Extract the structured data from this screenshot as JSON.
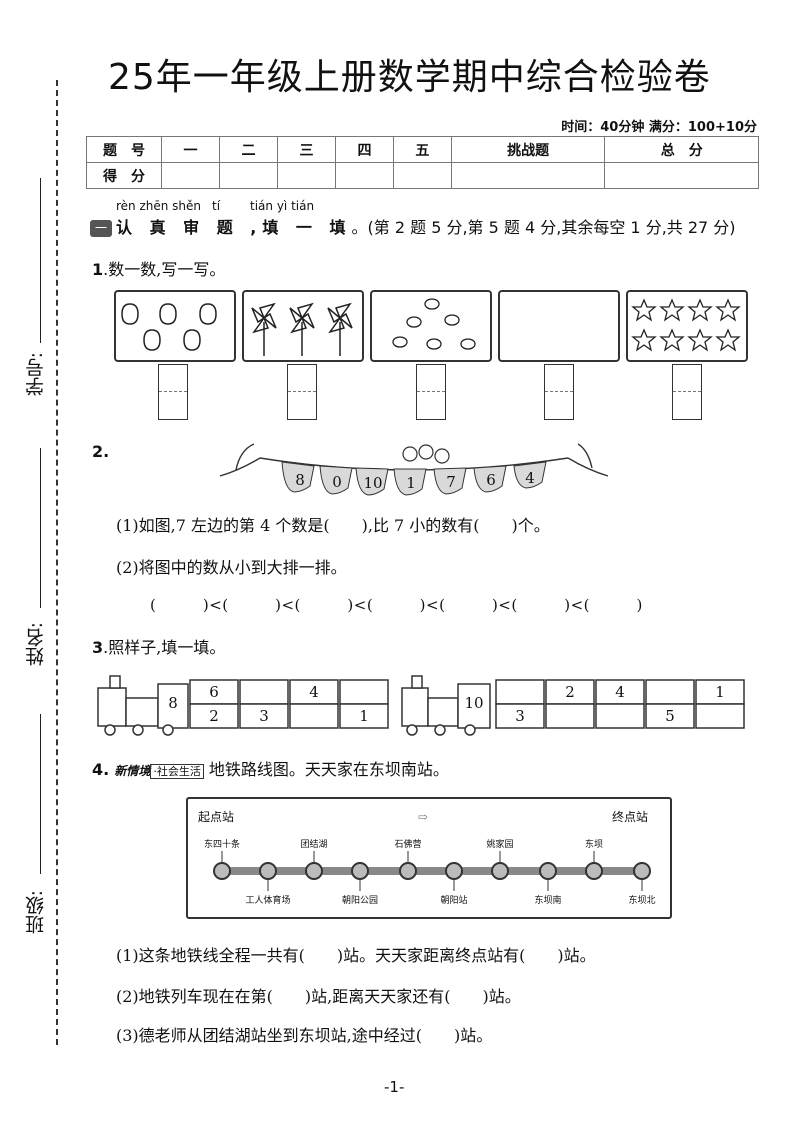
{
  "title": "25年一年级上册数学期中综合检验卷",
  "time_info": "时间：40分钟   满分：100+10分",
  "side_labels": {
    "student_no": "学号:",
    "name": "姓名:",
    "class": "班级:"
  },
  "score_table": {
    "row1": [
      "题　号",
      "一",
      "二",
      "三",
      "四",
      "五",
      "挑战题",
      "总　分"
    ],
    "row2_label": "得　分"
  },
  "section1": {
    "pinyin": [
      "rèn zhēn shěn",
      "tí",
      "tián yì tián"
    ],
    "badge": "一",
    "heading": "认 真 审 题 ,填 一 填",
    "note": "。(第 2 题 5 分,第 5 题 4 分,其余每空 1 分,共 27 分)"
  },
  "q1": {
    "num": "1",
    "text": ".数一数,写一写。"
  },
  "q2": {
    "num": "2.",
    "flags": [
      "8",
      "0",
      "10",
      "1",
      "7",
      "6",
      "4"
    ],
    "sub1": "(1)如图,7 左边的第 4 个数是(　　),比 7 小的数有(　　)个。",
    "sub2": "(2)将图中的数从小到大排一排。",
    "order_row": "(　　　)<(　　　)<(　　　)<(　　　)<(　　　)<(　　　)<(　　　)"
  },
  "q3": {
    "num": "3",
    "text": ".照样子,填一填。",
    "train1": {
      "engine": "8",
      "top": [
        "6",
        "",
        "4",
        ""
      ],
      "bottom": [
        "2",
        "3",
        "",
        "1"
      ]
    },
    "train2": {
      "engine": "10",
      "top": [
        "",
        "2",
        "4",
        "",
        "1"
      ],
      "bottom": [
        "3",
        "",
        "",
        "5",
        ""
      ]
    }
  },
  "q4": {
    "num": "4.",
    "tag_new": "新情境",
    "tag_topic": "·社会生活",
    "text": "地铁路线图。天天家在东坝南站。",
    "map": {
      "start": "起点站",
      "end": "终点站",
      "arrow": "⇨",
      "top_stations": [
        "东四十条",
        "团结湖",
        "石佛营",
        "姚家园",
        "东坝"
      ],
      "bottom_stations": [
        "工人体育场",
        "朝阳公园",
        "朝阳站",
        "东坝南",
        "东坝北"
      ]
    },
    "sub1": "(1)这条地铁线全程一共有(　　)站。天天家距离终点站有(　　)站。",
    "sub2": "(2)地铁列车现在在第(　　)站,距离天天家还有(　　)站。",
    "sub3": "(3)德老师从团结湖站坐到东坝站,途中经过(　　)站。"
  },
  "page_number": "-1-"
}
